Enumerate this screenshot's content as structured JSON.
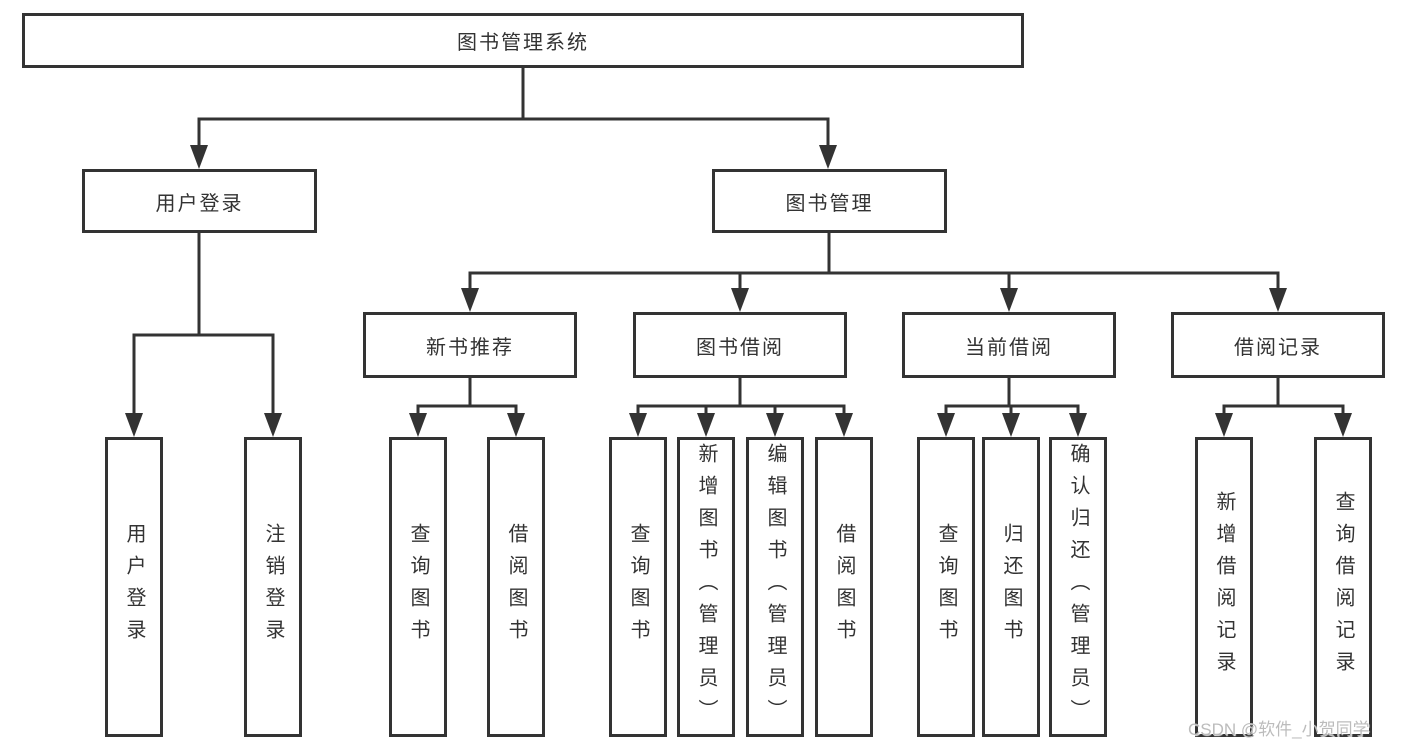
{
  "tree": {
    "root": {
      "label": "图书管理系统",
      "children": [
        {
          "label": "用户登录",
          "children": [
            {
              "label": "用户登录"
            },
            {
              "label": "注销登录"
            }
          ]
        },
        {
          "label": "图书管理",
          "children": [
            {
              "label": "新书推荐",
              "children": [
                {
                  "label": "查询图书"
                },
                {
                  "label": "借阅图书"
                }
              ]
            },
            {
              "label": "图书借阅",
              "children": [
                {
                  "label": "查询图书"
                },
                {
                  "label": "新增图书（管理员）"
                },
                {
                  "label": "编辑图书（管理员）"
                },
                {
                  "label": "借阅图书"
                }
              ]
            },
            {
              "label": "当前借阅",
              "children": [
                {
                  "label": "查询图书"
                },
                {
                  "label": "归还图书"
                },
                {
                  "label": "确认归还（管理员）"
                }
              ]
            },
            {
              "label": "借阅记录",
              "children": [
                {
                  "label": "新增借阅记录"
                },
                {
                  "label": "查询借阅记录"
                }
              ]
            }
          ]
        }
      ]
    }
  },
  "watermark": {
    "text": "CSDN @软件_小贺同学"
  },
  "colors": {
    "line": "#333333",
    "text": "#333333",
    "box_fill": "#ffffff",
    "watermark": "#bcbcbc",
    "background": "#ffffff"
  }
}
